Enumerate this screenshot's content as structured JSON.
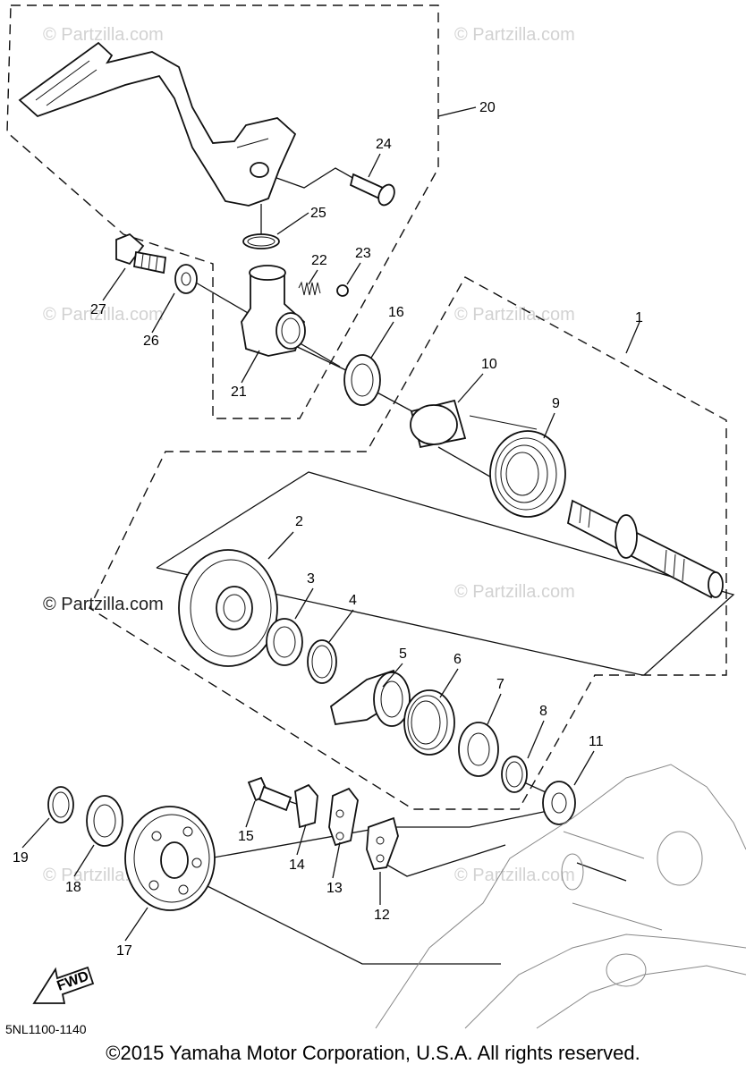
{
  "part_numbers": [
    "1",
    "2",
    "3",
    "4",
    "5",
    "6",
    "7",
    "8",
    "9",
    "10",
    "11",
    "12",
    "13",
    "14",
    "15",
    "16",
    "17",
    "18",
    "19",
    "20",
    "21",
    "22",
    "23",
    "24",
    "25",
    "26",
    "27"
  ],
  "watermark": "© Partzilla.com",
  "fwd_label": "FWD",
  "doc_code": "5NL1100-1140",
  "copyright": "©2015 Yamaha Motor Corporation, U.S.A. All rights reserved."
}
